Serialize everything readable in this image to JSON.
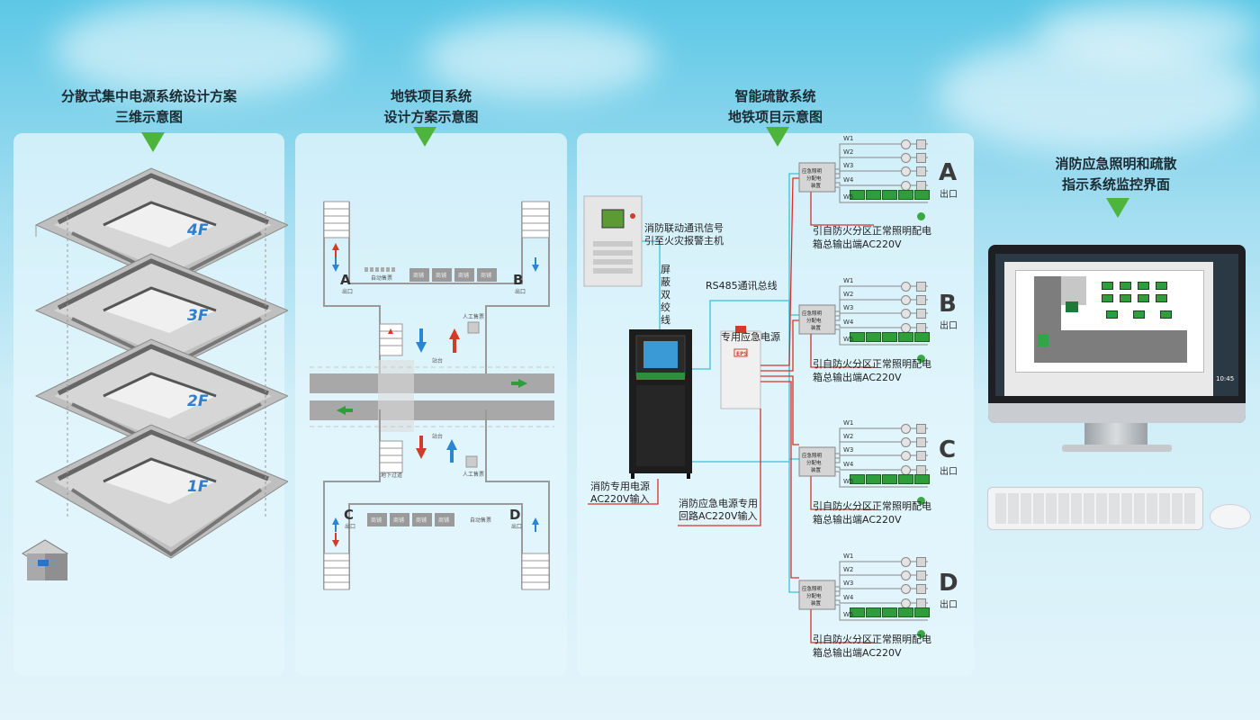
{
  "panel1": {
    "title1": "分散式集中电源系统设计方案",
    "title2": "三维示意图",
    "floors": [
      "4F",
      "3F",
      "2F",
      "1F"
    ]
  },
  "panel2": {
    "title1": "地铁项目系统",
    "title2": "设计方案示意图",
    "exit_a": "A",
    "exit_b": "B",
    "exit_c": "C",
    "exit_d": "D",
    "exit_small": "出口",
    "vending": "自动售票",
    "shop": "商铺",
    "manual_ticket": "人工售票",
    "platform": "站台",
    "underground": "地下过道"
  },
  "panel3": {
    "title1": "智能疏散系统",
    "title2": "地铁项目示意图",
    "fire_signal_1": "消防联动通讯信号",
    "fire_signal_2": "引至火灾报警主机",
    "twisted_pair": [
      "屏",
      "蔽",
      "双",
      "绞",
      "线"
    ],
    "rs485": "RS485通讯总线",
    "dedicated_power": "专用应急电源",
    "eps": "EPS",
    "fire_power_1": "消防专用电源",
    "fire_power_2": "AC220V输入",
    "emergency_circuit_1": "消防应急电源专用",
    "emergency_circuit_2": "回路AC220V输入",
    "box_label": [
      "应急照明",
      "分配电",
      "装置"
    ],
    "circuits": [
      "W1",
      "W2",
      "W3",
      "W4",
      "W5"
    ],
    "exit_word": "出口",
    "zones": [
      {
        "letter": "A",
        "note1": "引自防火分区正常照明配电",
        "note2": "箱总输出端AC220V"
      },
      {
        "letter": "B",
        "note1": "引自防火分区正常照明配电",
        "note2": "箱总输出端AC220V"
      },
      {
        "letter": "C",
        "note1": "引自防火分区正常照明配电",
        "note2": "箱总输出端AC220V"
      },
      {
        "letter": "D",
        "note1": "引自防火分区正常照明配电",
        "note2": "箱总输出端AC220V"
      }
    ]
  },
  "panel4": {
    "title1": "消防应急照明和疏散",
    "title2": "指示系统监控界面",
    "clock": "10:45"
  },
  "colors": {
    "arrow_green": "#4db53c",
    "wire_cyan": "#39c3d6",
    "wire_red": "#d9302c",
    "sign_green": "#2f9e3a"
  }
}
